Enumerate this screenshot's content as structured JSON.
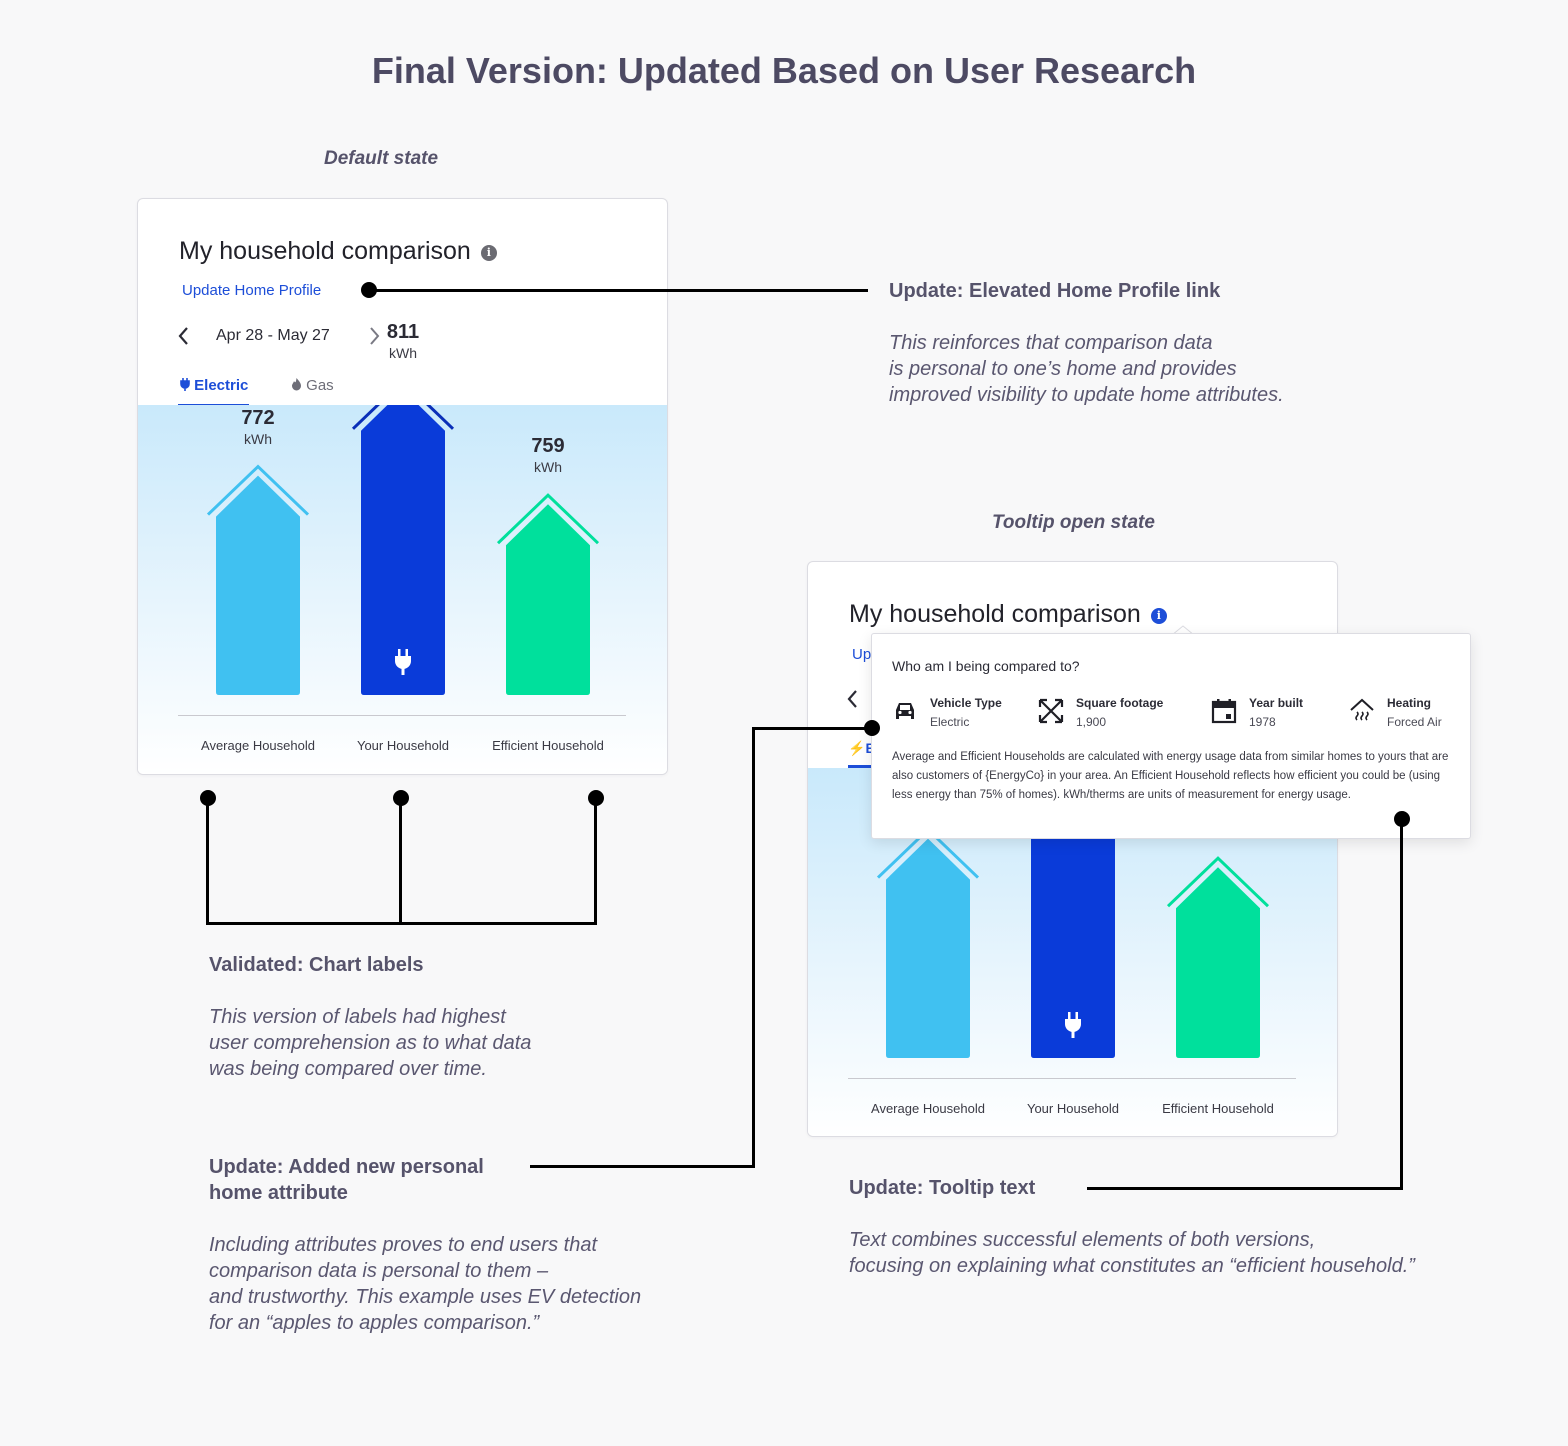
{
  "page_title": "Final Version: Updated Based on User Research",
  "default_state": {
    "section_label": "Default state",
    "card": {
      "title": "My household comparison",
      "update_link": "Update Home Profile",
      "date_range": "Apr 28 - May 27",
      "tabs": [
        {
          "label": "Electric",
          "icon": "plug-icon",
          "active": true
        },
        {
          "label": "Gas",
          "icon": "flame-icon",
          "active": false
        }
      ]
    }
  },
  "tooltip_state": {
    "section_label": "Tooltip open state",
    "card": {
      "title": "My household comparison",
      "update_link_partial": "Up",
      "tab_partial": "E"
    },
    "tooltip": {
      "question": "Who am I being compared to?",
      "attributes": [
        {
          "label": "Vehicle Type",
          "value": "Electric",
          "icon": "car-icon"
        },
        {
          "label": "Square footage",
          "value": "1,900",
          "icon": "expand-arrows-icon"
        },
        {
          "label": "Year built",
          "value": "1978",
          "icon": "calendar-icon"
        },
        {
          "label": "Heating",
          "value": "Forced Air",
          "icon": "heating-icon"
        }
      ],
      "body": "Average and Efficient Households are calculated with energy usage data from similar homes to yours that are also customers of {EnergyCo} in your area. An Efficient Household reflects how efficient you could be (using less energy than 75% of homes). kWh/therms are units of measurement for energy usage."
    }
  },
  "chart_data": {
    "type": "bar",
    "categories": [
      "Average Household",
      "Your Household",
      "Efficient Household"
    ],
    "values": [
      772,
      811,
      759
    ],
    "unit": "kWh",
    "colors": [
      "#40c1f1",
      "#0a3bd9",
      "#00e09c"
    ],
    "roof_colors": [
      "#40c1f1",
      "#0a2fb8",
      "#00e09c"
    ],
    "highlight": "Your Household",
    "highlight_icon": "plug-icon"
  },
  "annotations": {
    "home_profile": {
      "title": "Update: Elevated Home Profile link",
      "body_lines": [
        "This reinforces that comparison data",
        "is personal to one’s home and provides",
        "improved visibility to update home attributes."
      ]
    },
    "chart_labels": {
      "title": "Validated: Chart labels",
      "body_lines": [
        "This version of labels had highest",
        "user comprehension as to what data",
        "was being compared over time."
      ]
    },
    "home_attribute": {
      "title_lines": [
        "Update: Added new personal",
        "home attribute"
      ],
      "body_lines": [
        "Including attributes proves to end users that",
        "comparison data is personal to them –",
        "and trustworthy. This example uses EV detection",
        "for an “apples to apples comparison.”"
      ]
    },
    "tooltip_text": {
      "title": "Update: Tooltip text",
      "body_lines": [
        "Text combines successful elements of both versions,",
        "focusing on explaining what constitutes an “efficient household.”"
      ]
    }
  },
  "colors": {
    "accent": "#1d4ed8",
    "info_icon_default": "#6b6b72",
    "info_icon_active": "#1d4ed8"
  }
}
